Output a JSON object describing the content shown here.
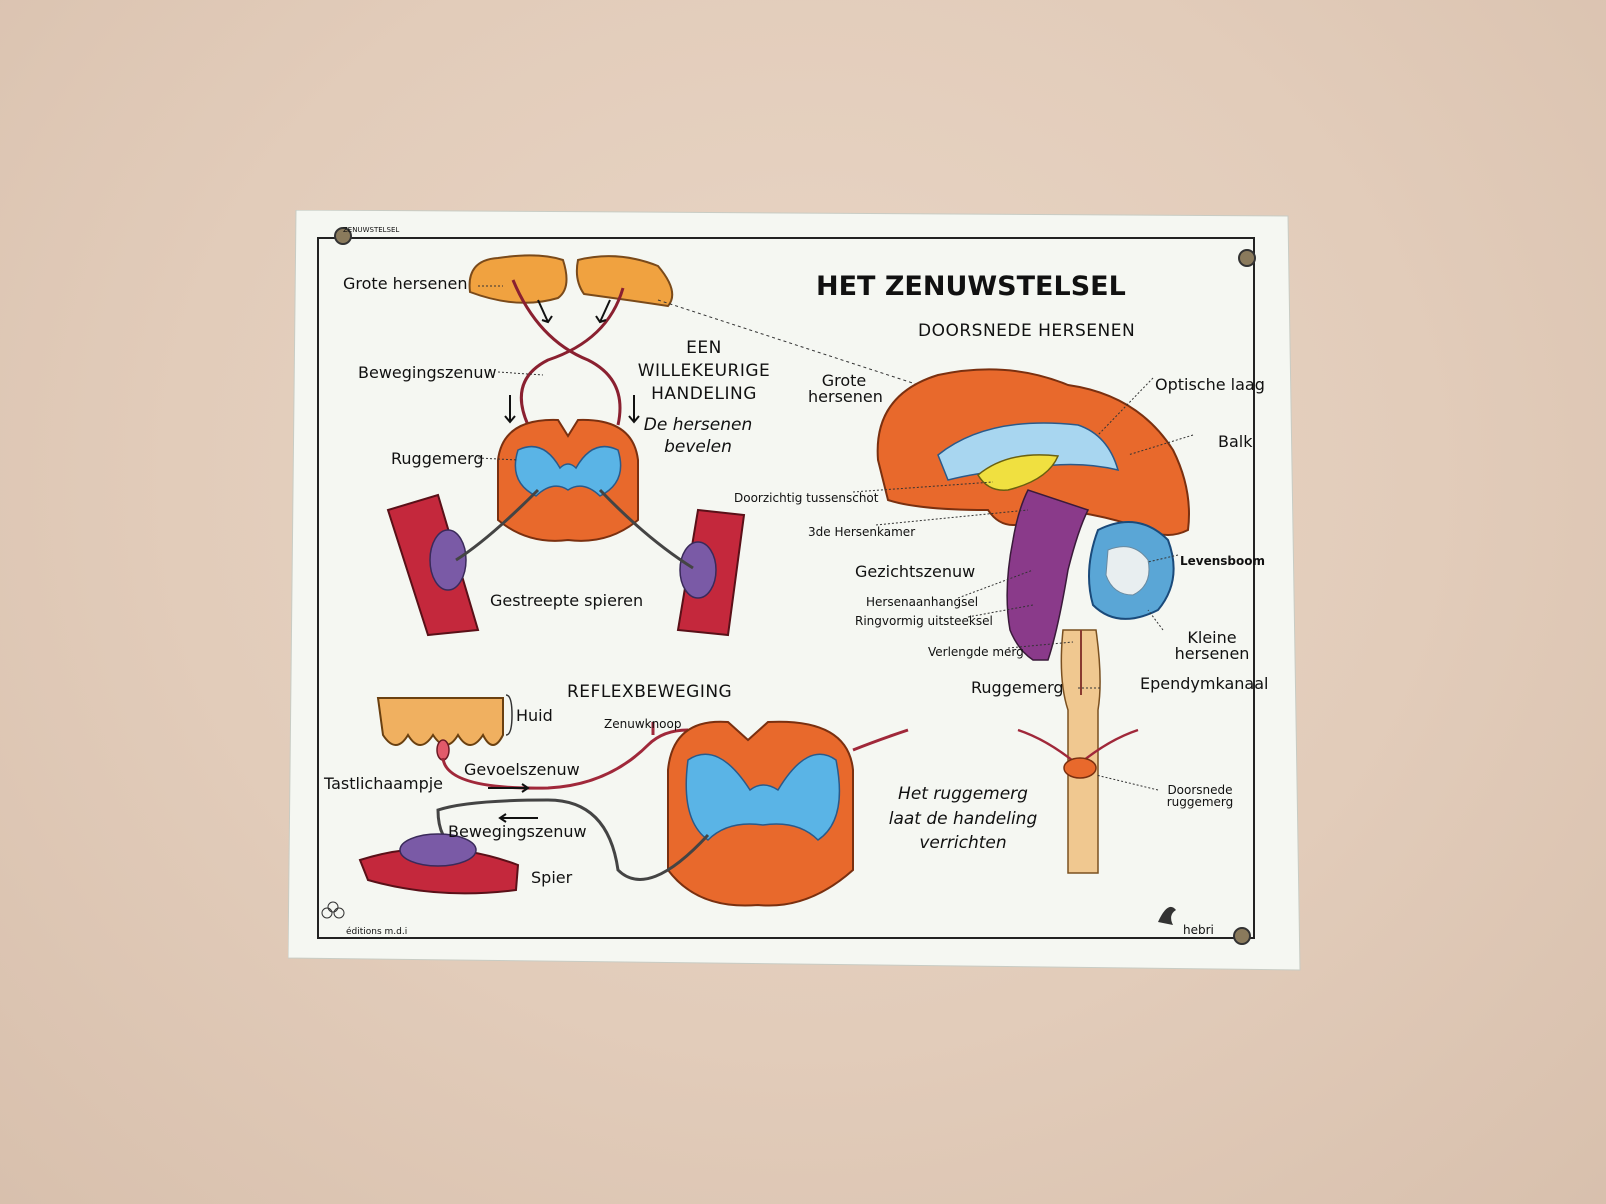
{
  "poster": {
    "tag": "ZENUWSTELSEL",
    "title": "HET ZENUWSTELSEL",
    "subtitle": "DOORSNEDE HERSENEN",
    "section_voluntary": "EEN WILLEKEURIGE HANDELING",
    "section_reflex": "REFLEXBEWEGING",
    "caption_brain_commands": "De hersenen bevelen",
    "caption_spinal_executes": "Het ruggemerg laat de handeling verrichten",
    "labels_voluntary": {
      "grote_hersenen": "Grote hersenen",
      "bewegingszenuw": "Bewegingszenuw",
      "ruggemerg": "Ruggemerg",
      "gestreepte_spieren": "Gestreepte spieren"
    },
    "labels_reflex": {
      "huid": "Huid",
      "zenuwknoop": "Zenuwknoop",
      "gevoelszenuw": "Gevoelszenuw",
      "tastlichaampje": "Tastlichaampje",
      "bewegingszenuw": "Bewegingszenuw",
      "spier": "Spier"
    },
    "labels_brain": {
      "grote_hersenen": "Grote hersenen",
      "optische_laag": "Optische laag",
      "balk": "Balk",
      "tussenschot": "Doorzichtig tussenschot",
      "hersenkamer": "3de Hersenkamer",
      "levensboom": "Levensboom",
      "gezichtszenuw": "Gezichtszenuw",
      "hersenaanhangsel": "Hersenaanhangsel",
      "ringvormig": "Ringvormig uitsteeksel",
      "kleine_hersenen": "Kleine hersenen",
      "verlengde_merg": "Verlengde merg",
      "ruggemerg": "Ruggemerg",
      "ependymkanaal": "Ependymkanaal",
      "doorsnede_ruggemerg": "Doorsnede ruggemerg"
    },
    "publisher_left": "éditions m.d.i",
    "publisher_right": "hebri"
  }
}
